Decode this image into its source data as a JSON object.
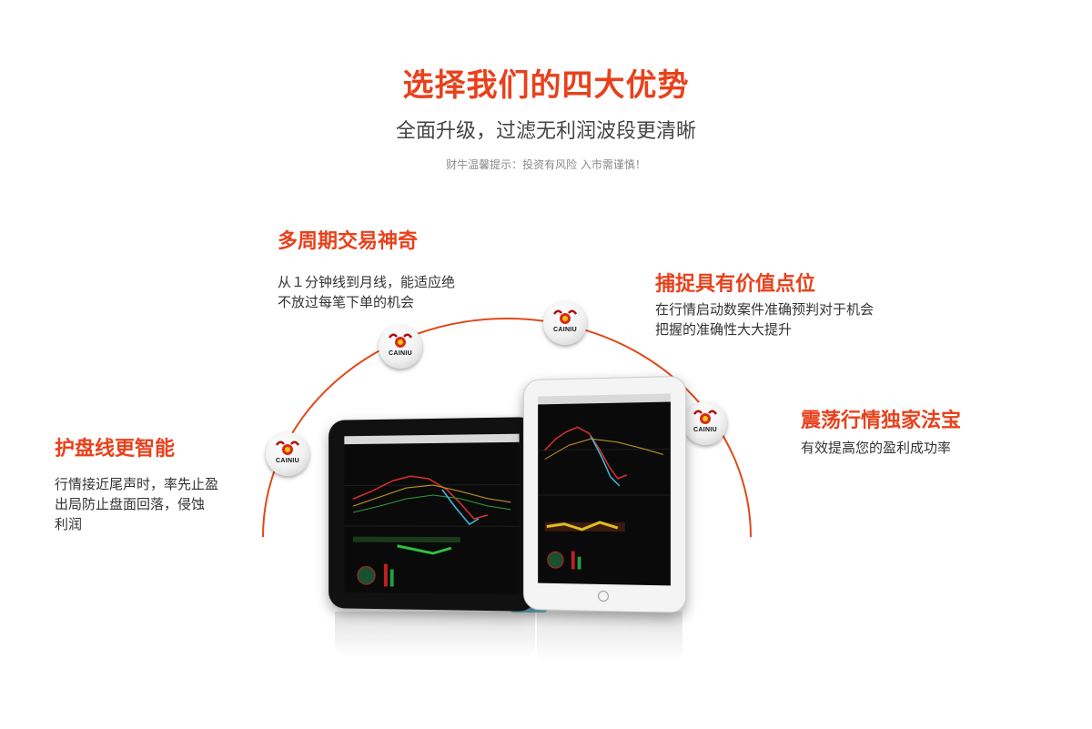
{
  "header": {
    "title": "选择我们的四大优势",
    "subtitle": "全面升级，过滤无利润波段更清晰",
    "note": "财牛温馨提示：投资有风险 入市需谨慎！"
  },
  "features": [
    {
      "title": "护盘线更智能",
      "desc": [
        "行情接近尾声时，率先止盈",
        "出局防止盘面回落，侵蚀",
        "利润"
      ]
    },
    {
      "title": "多周期交易神奇",
      "desc": [
        "从１分钟线到月线，能适应绝",
        "不放过每笔下单的机会"
      ]
    },
    {
      "title": "捕捉具有价值点位",
      "desc": [
        "在行情启动数案件准确预判对于机会",
        "把握的准确性大大提升"
      ]
    },
    {
      "title": "震荡行情独家法宝",
      "desc": [
        "有效提高您的盈利成功率"
      ]
    }
  ],
  "badge": {
    "label": "CAINIU",
    "icon": "bull-logo-icon"
  },
  "colors": {
    "accent": "#e8411c",
    "arc": "#e04a1a",
    "text": "#333333"
  }
}
